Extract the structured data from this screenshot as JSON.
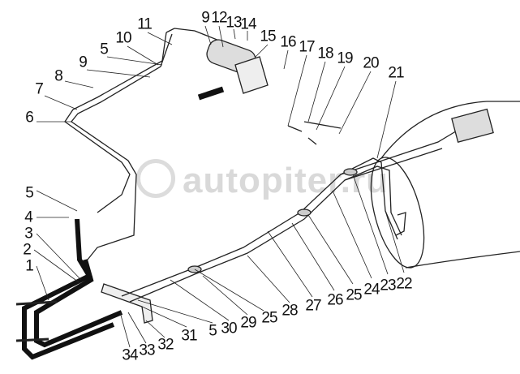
{
  "diagram": {
    "watermark": "autopiter.ru",
    "callouts": [
      "11",
      "9",
      "12",
      "13",
      "14",
      "15",
      "16",
      "17",
      "18",
      "19",
      "20",
      "21",
      "10",
      "5",
      "9",
      "8",
      "7",
      "6",
      "5",
      "4",
      "3",
      "2",
      "1",
      "34",
      "33",
      "32",
      "31",
      "5",
      "30",
      "29",
      "25",
      "28",
      "27",
      "26",
      "25",
      "24",
      "23",
      "22"
    ]
  }
}
